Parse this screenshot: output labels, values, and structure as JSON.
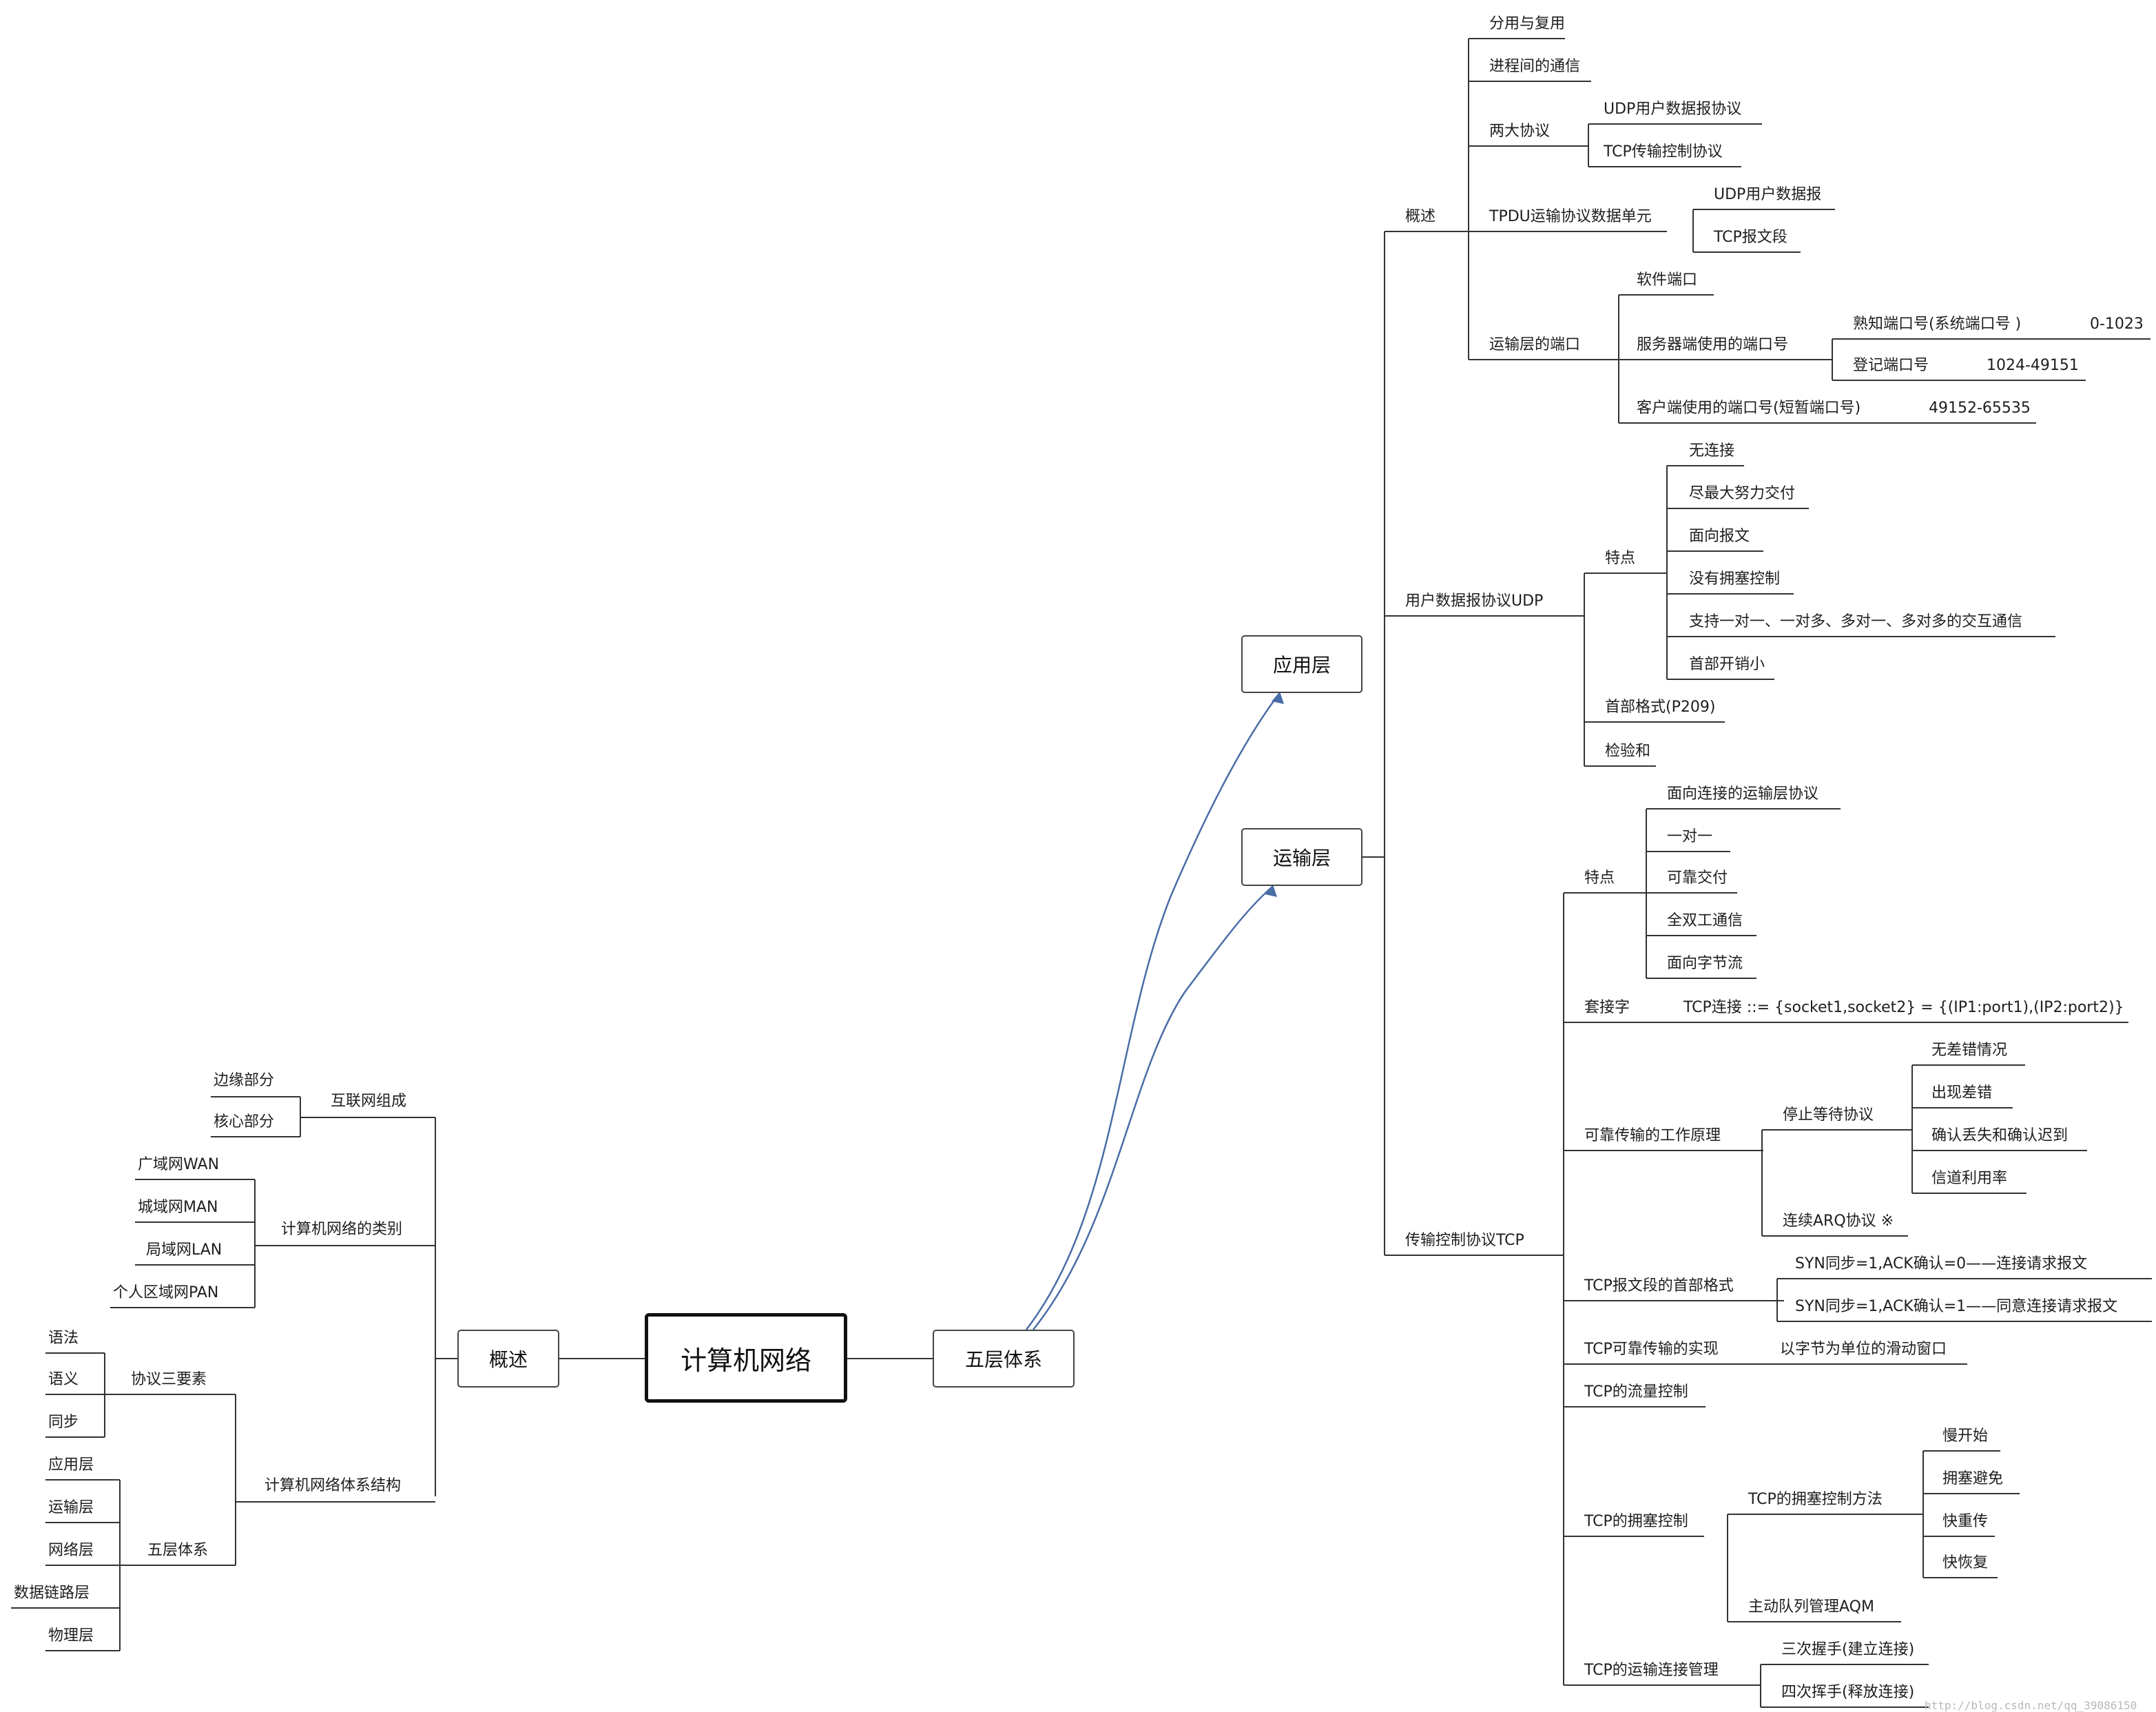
{
  "root": "计算机网络",
  "left": {
    "title": "概述",
    "internet": {
      "title": "互联网组成",
      "items": [
        "边缘部分",
        "核心部分"
      ]
    },
    "categories": {
      "title": "计算机网络的类别",
      "items": [
        "广域网WAN",
        "城域网MAN",
        "局域网LAN",
        "个人区域网PAN"
      ]
    },
    "architecture": {
      "title": "计算机网络体系结构",
      "protocol": {
        "title": "协议三要素",
        "items": [
          "语法",
          "语义",
          "同步"
        ]
      },
      "layers": {
        "title": "五层体系",
        "items": [
          "应用层",
          "运输层",
          "网络层",
          "数据链路层",
          "物理层"
        ]
      }
    }
  },
  "right": {
    "title": "五层体系",
    "app_layer": "应用层",
    "transport_layer": "运输层",
    "overview": {
      "title": "概述",
      "mux": "分用与复用",
      "ipc": "进程间的通信",
      "two": {
        "title": "两大协议",
        "udp": "UDP用户数据报协议",
        "tcp": "TCP传输控制协议"
      },
      "tpdu": {
        "title": "TPDU运输协议数据单元",
        "udp": "UDP用户数据报",
        "tcp": "TCP报文段"
      },
      "ports": {
        "title": "运输层的端口",
        "software": "软件端口",
        "server": {
          "title": "服务器端使用的端口号",
          "well_known": "熟知端口号(系统端口号 )",
          "well_known_range": "0-1023",
          "registered": "登记端口号",
          "registered_range": "1024-49151"
        },
        "client": "客户端使用的端口号(短暂端口号)",
        "client_range": "49152-65535"
      }
    },
    "udp": {
      "title": "用户数据报协议UDP",
      "features": {
        "title": "特点",
        "items": [
          "无连接",
          "尽最大努力交付",
          "面向报文",
          "没有拥塞控制",
          "支持一对一、一对多、多对一、多对多的交互通信",
          "首部开销小"
        ]
      },
      "header": "首部格式(P209)",
      "checksum": "检验和"
    },
    "tcp": {
      "title": "传输控制协议TCP",
      "features": {
        "title": "特点",
        "items": [
          "面向连接的运输层协议",
          "一对一",
          "可靠交付",
          "全双工通信",
          "面向字节流"
        ]
      },
      "socket": {
        "title": "套接字",
        "detail": "TCP连接 ::= {socket1,socket2} = {(IP1:port1),(IP2:port2)}"
      },
      "reliable": {
        "title": "可靠传输的工作原理",
        "stopwait": {
          "title": "停止等待协议",
          "items": [
            "无差错情况",
            "出现差错",
            "确认丢失和确认迟到",
            "信道利用率"
          ]
        },
        "arq": "连续ARQ协议 ※"
      },
      "header": {
        "title": "TCP报文段的首部格式",
        "items": [
          "SYN同步=1,ACK确认=0——连接请求报文",
          "SYN同步=1,ACK确认=1——同意连接请求报文"
        ]
      },
      "impl": {
        "title": "TCP可靠传输的实现",
        "detail": "以字节为单位的滑动窗口"
      },
      "flow": "TCP的流量控制",
      "congestion": {
        "title": "TCP的拥塞控制",
        "method": {
          "title": "TCP的拥塞控制方法",
          "items": [
            "慢开始",
            "拥塞避免",
            "快重传",
            "快恢复"
          ]
        },
        "aqm": "主动队列管理AQM"
      },
      "conn": {
        "title": "TCP的运输连接管理",
        "items": [
          "三次握手(建立连接)",
          "四次挥手(释放连接)"
        ]
      }
    }
  },
  "watermark": "http://blog.csdn.net/qq_39086150",
  "colors": {
    "line": "#333333",
    "arrow": "#4a6da7",
    "box_border": "#444444",
    "main_border": "#111111"
  }
}
